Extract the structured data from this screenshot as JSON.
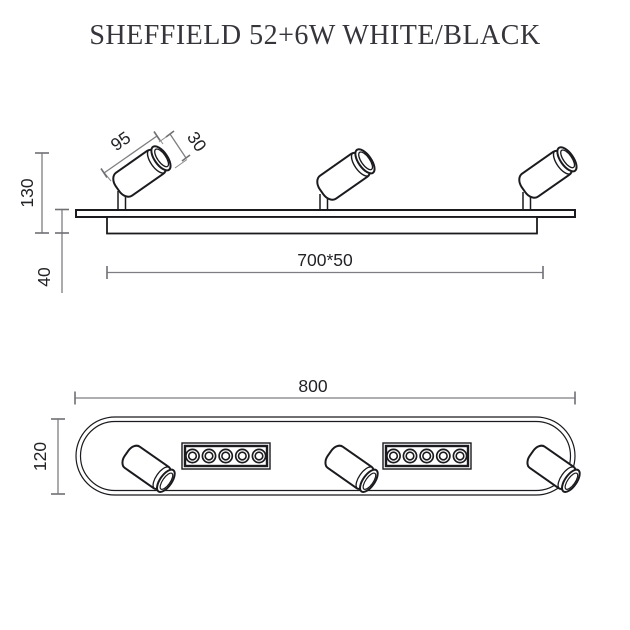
{
  "title": "SHEFFIELD 52+6W WHITE/BLACK",
  "colors": {
    "background": "#ffffff",
    "drawing_line": "#1b1b1f",
    "dimension_line": "#7e7e82",
    "dimension_text": "#232327",
    "title_text": "#35353b"
  },
  "side_view": {
    "dims": {
      "overall_height": "130",
      "canopy_height": "40",
      "spot_length": "95",
      "spot_diameter": "30",
      "body_size": "700*50"
    },
    "spotlight_count": 3
  },
  "front_view": {
    "dims": {
      "overall_length": "800",
      "overall_height": "120"
    },
    "spotlight_count": 3,
    "led_module_count": 2,
    "leds_per_module": 5
  }
}
